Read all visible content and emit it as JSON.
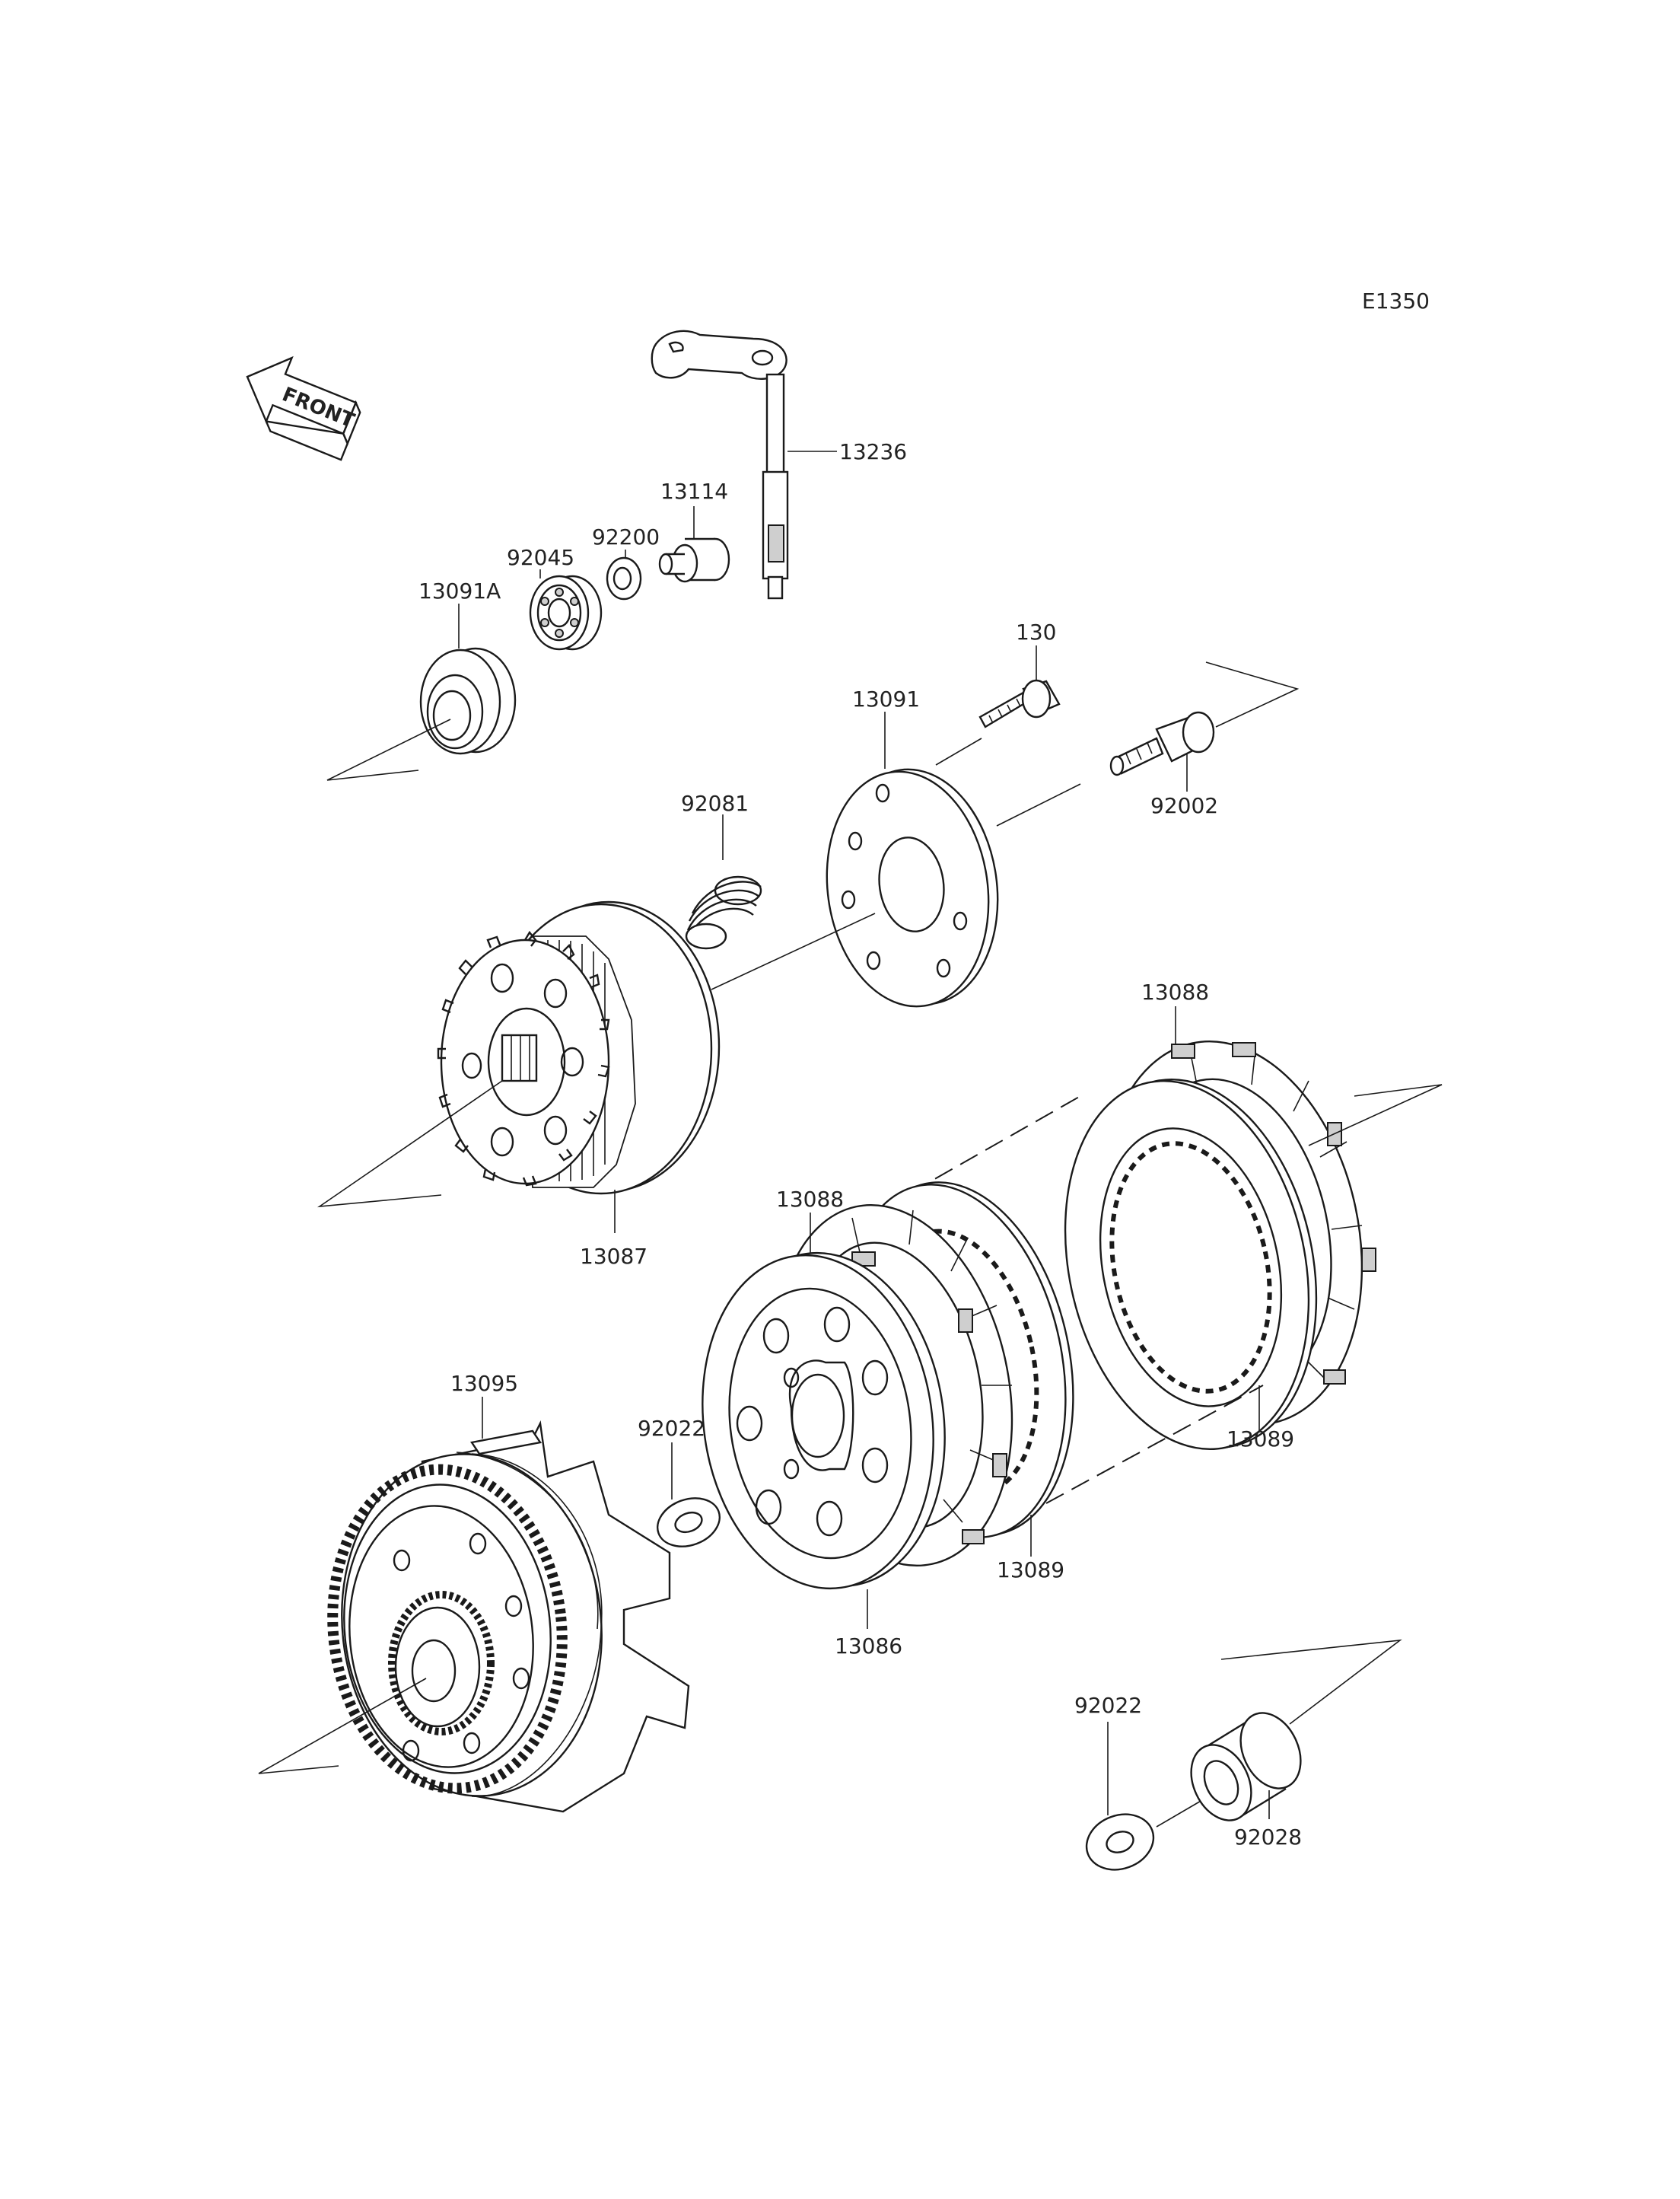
{
  "diagram_code": "E1350",
  "front_label": "FRONT",
  "colors": {
    "line": "#1a1a1a",
    "text": "#222222",
    "background": "#ffffff"
  },
  "parts": [
    {
      "id": "shaft",
      "label": "13236"
    },
    {
      "id": "pusher",
      "label": "13114"
    },
    {
      "id": "bearing-washer",
      "label": "92200"
    },
    {
      "id": "ball-bearing",
      "label": "92045"
    },
    {
      "id": "bearing-holder",
      "label": "13091A"
    },
    {
      "id": "bolt",
      "label": "130"
    },
    {
      "id": "pressure-plate",
      "label": "13091"
    },
    {
      "id": "flange-bolt",
      "label": "92002"
    },
    {
      "id": "spring",
      "label": "92081"
    },
    {
      "id": "hub",
      "label": "13087"
    },
    {
      "id": "friction-plate-top",
      "label": "13088"
    },
    {
      "id": "friction-plate-mid",
      "label": "13088"
    },
    {
      "id": "steel-plate-right",
      "label": "13089"
    },
    {
      "id": "steel-plate-mid",
      "label": "13089"
    },
    {
      "id": "clutch-housing",
      "label": "13095"
    },
    {
      "id": "thrust-washer-left",
      "label": "92022"
    },
    {
      "id": "clutch-boss",
      "label": "13086"
    },
    {
      "id": "thrust-washer-right",
      "label": "92022"
    },
    {
      "id": "collar",
      "label": "92028"
    }
  ]
}
